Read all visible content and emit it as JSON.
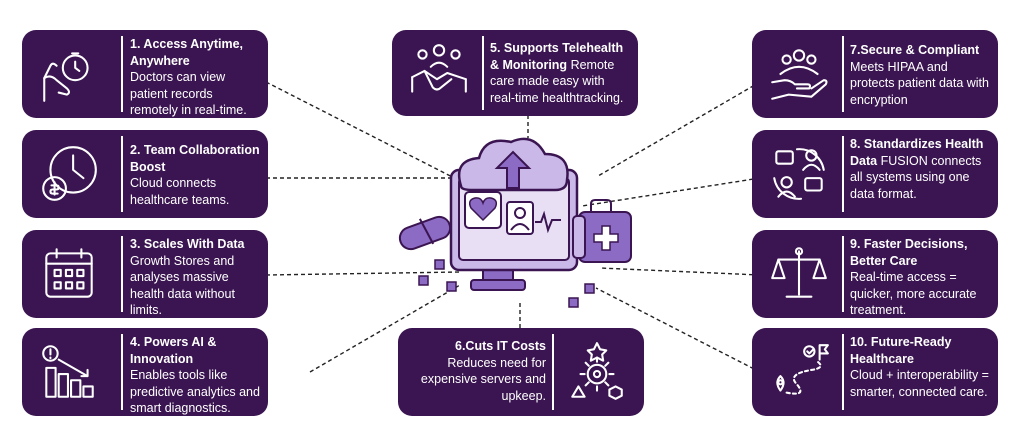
{
  "cards": [
    {
      "title": "1. Access Anytime, Anywhere",
      "body": "Doctors can view patient records remotely in real-time.",
      "icon": "hand-stopwatch-icon"
    },
    {
      "title": "2. Team Collaboration Boost",
      "body": "Cloud connects healthcare teams.",
      "icon": "clock-coin-icon"
    },
    {
      "title": "3. Scales With Data",
      "body": "Growth Stores and analyses massive health data  without limits.",
      "icon": "calendar-grid-icon"
    },
    {
      "title": "4. Powers AI & Innovation",
      "body": "Enables tools like predictive analytics and smart diagnostics.",
      "icon": "declining-bars-icon"
    },
    {
      "title": "5. Supports Telehealth & Monitoring",
      "body": "Remote care made easy with real-time healthtracking.",
      "icon": "handshake-icon"
    },
    {
      "title": "6.Cuts IT Costs",
      "body": "Reduces need for expensive servers and upkeep.",
      "icon": "gear-shapes-icon"
    },
    {
      "title": "7.Secure & Compliant",
      "body": "Meets HIPAA and protects patient data with encryption",
      "icon": "hand-people-icon"
    },
    {
      "title": "8. Standardizes Health Data",
      "body": "FUSION connects all systems using one data format.",
      "icon": "people-exchange-icon"
    },
    {
      "title": "9. Faster Decisions, Better Care",
      "body": "Real-time access = quicker, more accurate treatment.",
      "icon": "scales-icon"
    },
    {
      "title": "10. Future-Ready Healthcare",
      "body": "Cloud + interoperability = smarter, connected care.",
      "icon": "roadmap-flag-icon"
    }
  ],
  "colors": {
    "card": "#3b1551",
    "accent": "#8b6bc4",
    "light": "#c9b8e8",
    "pale": "#e8dff5"
  }
}
